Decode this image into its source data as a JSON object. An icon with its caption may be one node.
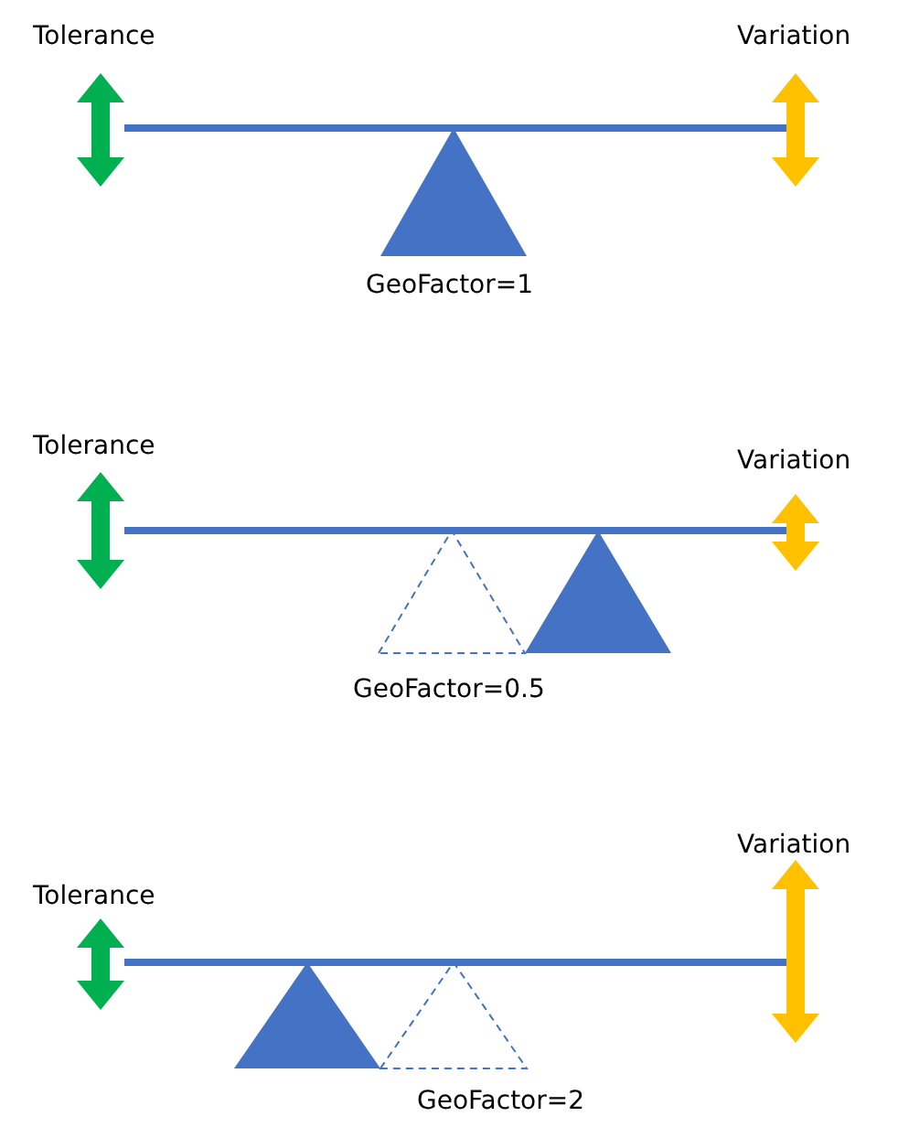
{
  "diagram": {
    "labels": [
      "Tolerance",
      "Variation",
      "GeoFactor=1",
      "Tolerance",
      "Variation",
      "GeoFactor=0.5",
      "Variation",
      "Tolerance",
      "GeoFactor=2"
    ]
  }
}
